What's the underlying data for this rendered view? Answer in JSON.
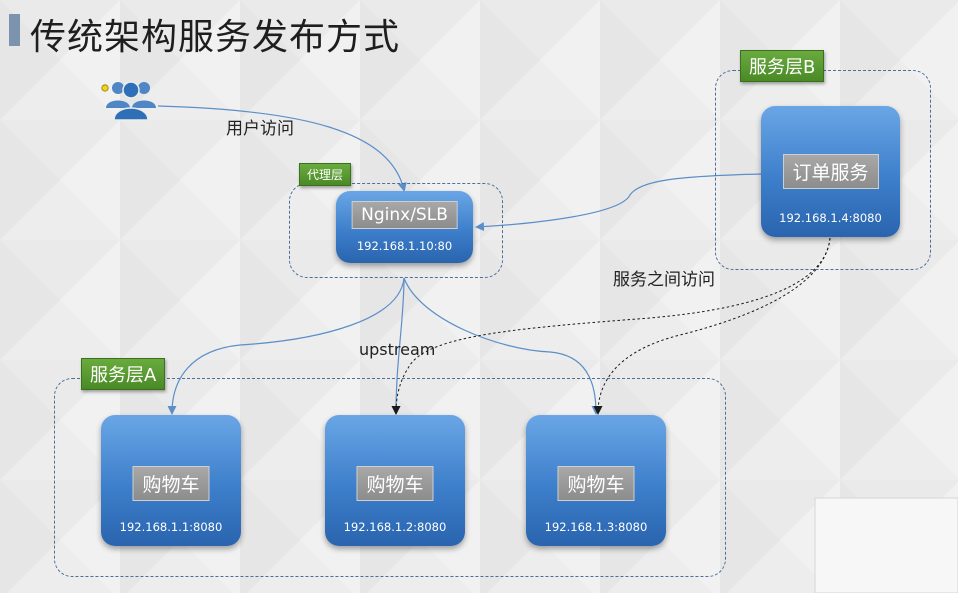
{
  "title": "传统架构服务发布方式",
  "colors": {
    "node_blue": "#3d7fcb",
    "tag_green": "#5a9b32",
    "label_gray": "#9a9a9a",
    "zone_border": "#4a6f9a",
    "arrow": "#5b8fc8"
  },
  "users_icon": "users-icon",
  "edges": {
    "user_access": "用户访问",
    "upstream": "upstream",
    "inter_service": "服务之间访问"
  },
  "proxy_layer": {
    "tag": "代理层",
    "node": {
      "label": "Nginx/SLB",
      "ip": "192.168.1.10:80"
    }
  },
  "service_layer_b": {
    "tag": "服务层B",
    "node": {
      "label": "订单服务",
      "ip": "192.168.1.4:8080"
    }
  },
  "service_layer_a": {
    "tag": "服务层A",
    "nodes": [
      {
        "label": "购物车",
        "ip": "192.168.1.1:8080"
      },
      {
        "label": "购物车",
        "ip": "192.168.1.2:8080"
      },
      {
        "label": "购物车",
        "ip": "192.168.1.3:8080"
      }
    ]
  }
}
